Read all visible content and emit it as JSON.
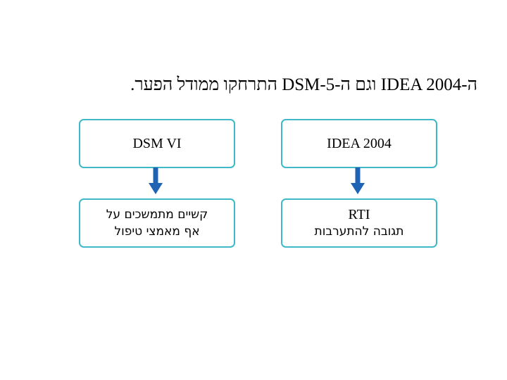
{
  "title": "ה-IDEA 2004 וגם ה-DSM-5 התרחקו ממודל הפער.",
  "colors": {
    "box_border": "#3fb8c8",
    "arrow": "#1f63b5"
  },
  "boxes": {
    "left_top": {
      "label": "DSM VI"
    },
    "right_top": {
      "label": "IDEA 2004"
    },
    "left_bottom": {
      "line1": "קשיים מתמשכים על",
      "line2": "אף מאמצי טיפול"
    },
    "right_bottom": {
      "line1": "RTI",
      "line2": "תגובה להתערבות"
    }
  },
  "icons": {
    "arrow": "arrow-down-icon"
  }
}
